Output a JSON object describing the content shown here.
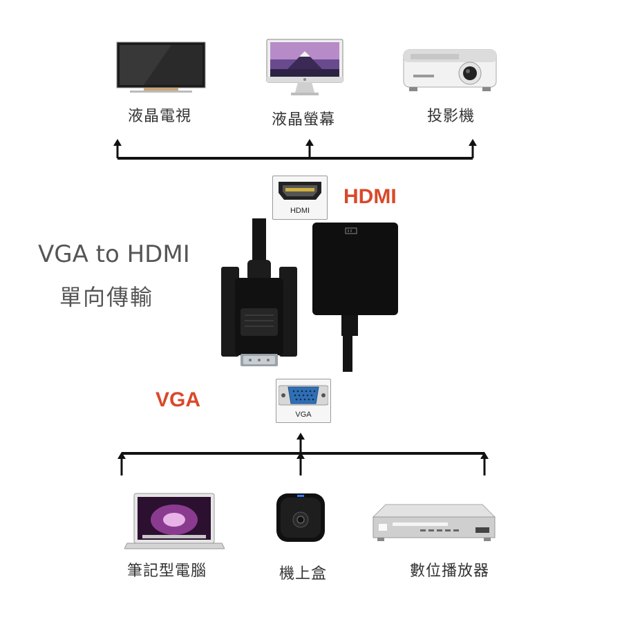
{
  "title": "VGA to HDMI",
  "subtitle": "單向傳輸",
  "hdmi_heading": "HDMI",
  "vga_heading": "VGA",
  "hdmi_port_label": "HDMI",
  "vga_port_label": "VGA",
  "output_devices": [
    {
      "label": "液晶電視",
      "icon": "tv-icon"
    },
    {
      "label": "液晶螢幕",
      "icon": "monitor-icon"
    },
    {
      "label": "投影機",
      "icon": "projector-icon"
    }
  ],
  "input_devices": [
    {
      "label": "筆記型電腦",
      "icon": "laptop-icon"
    },
    {
      "label": "機上盒",
      "icon": "set-top-box-icon"
    },
    {
      "label": "數位播放器",
      "icon": "media-player-icon"
    }
  ],
  "colors": {
    "accent": "#d8492a",
    "text": "#333333",
    "title": "#555555",
    "line": "#111111",
    "vga_blue": "#2f6fb5"
  }
}
